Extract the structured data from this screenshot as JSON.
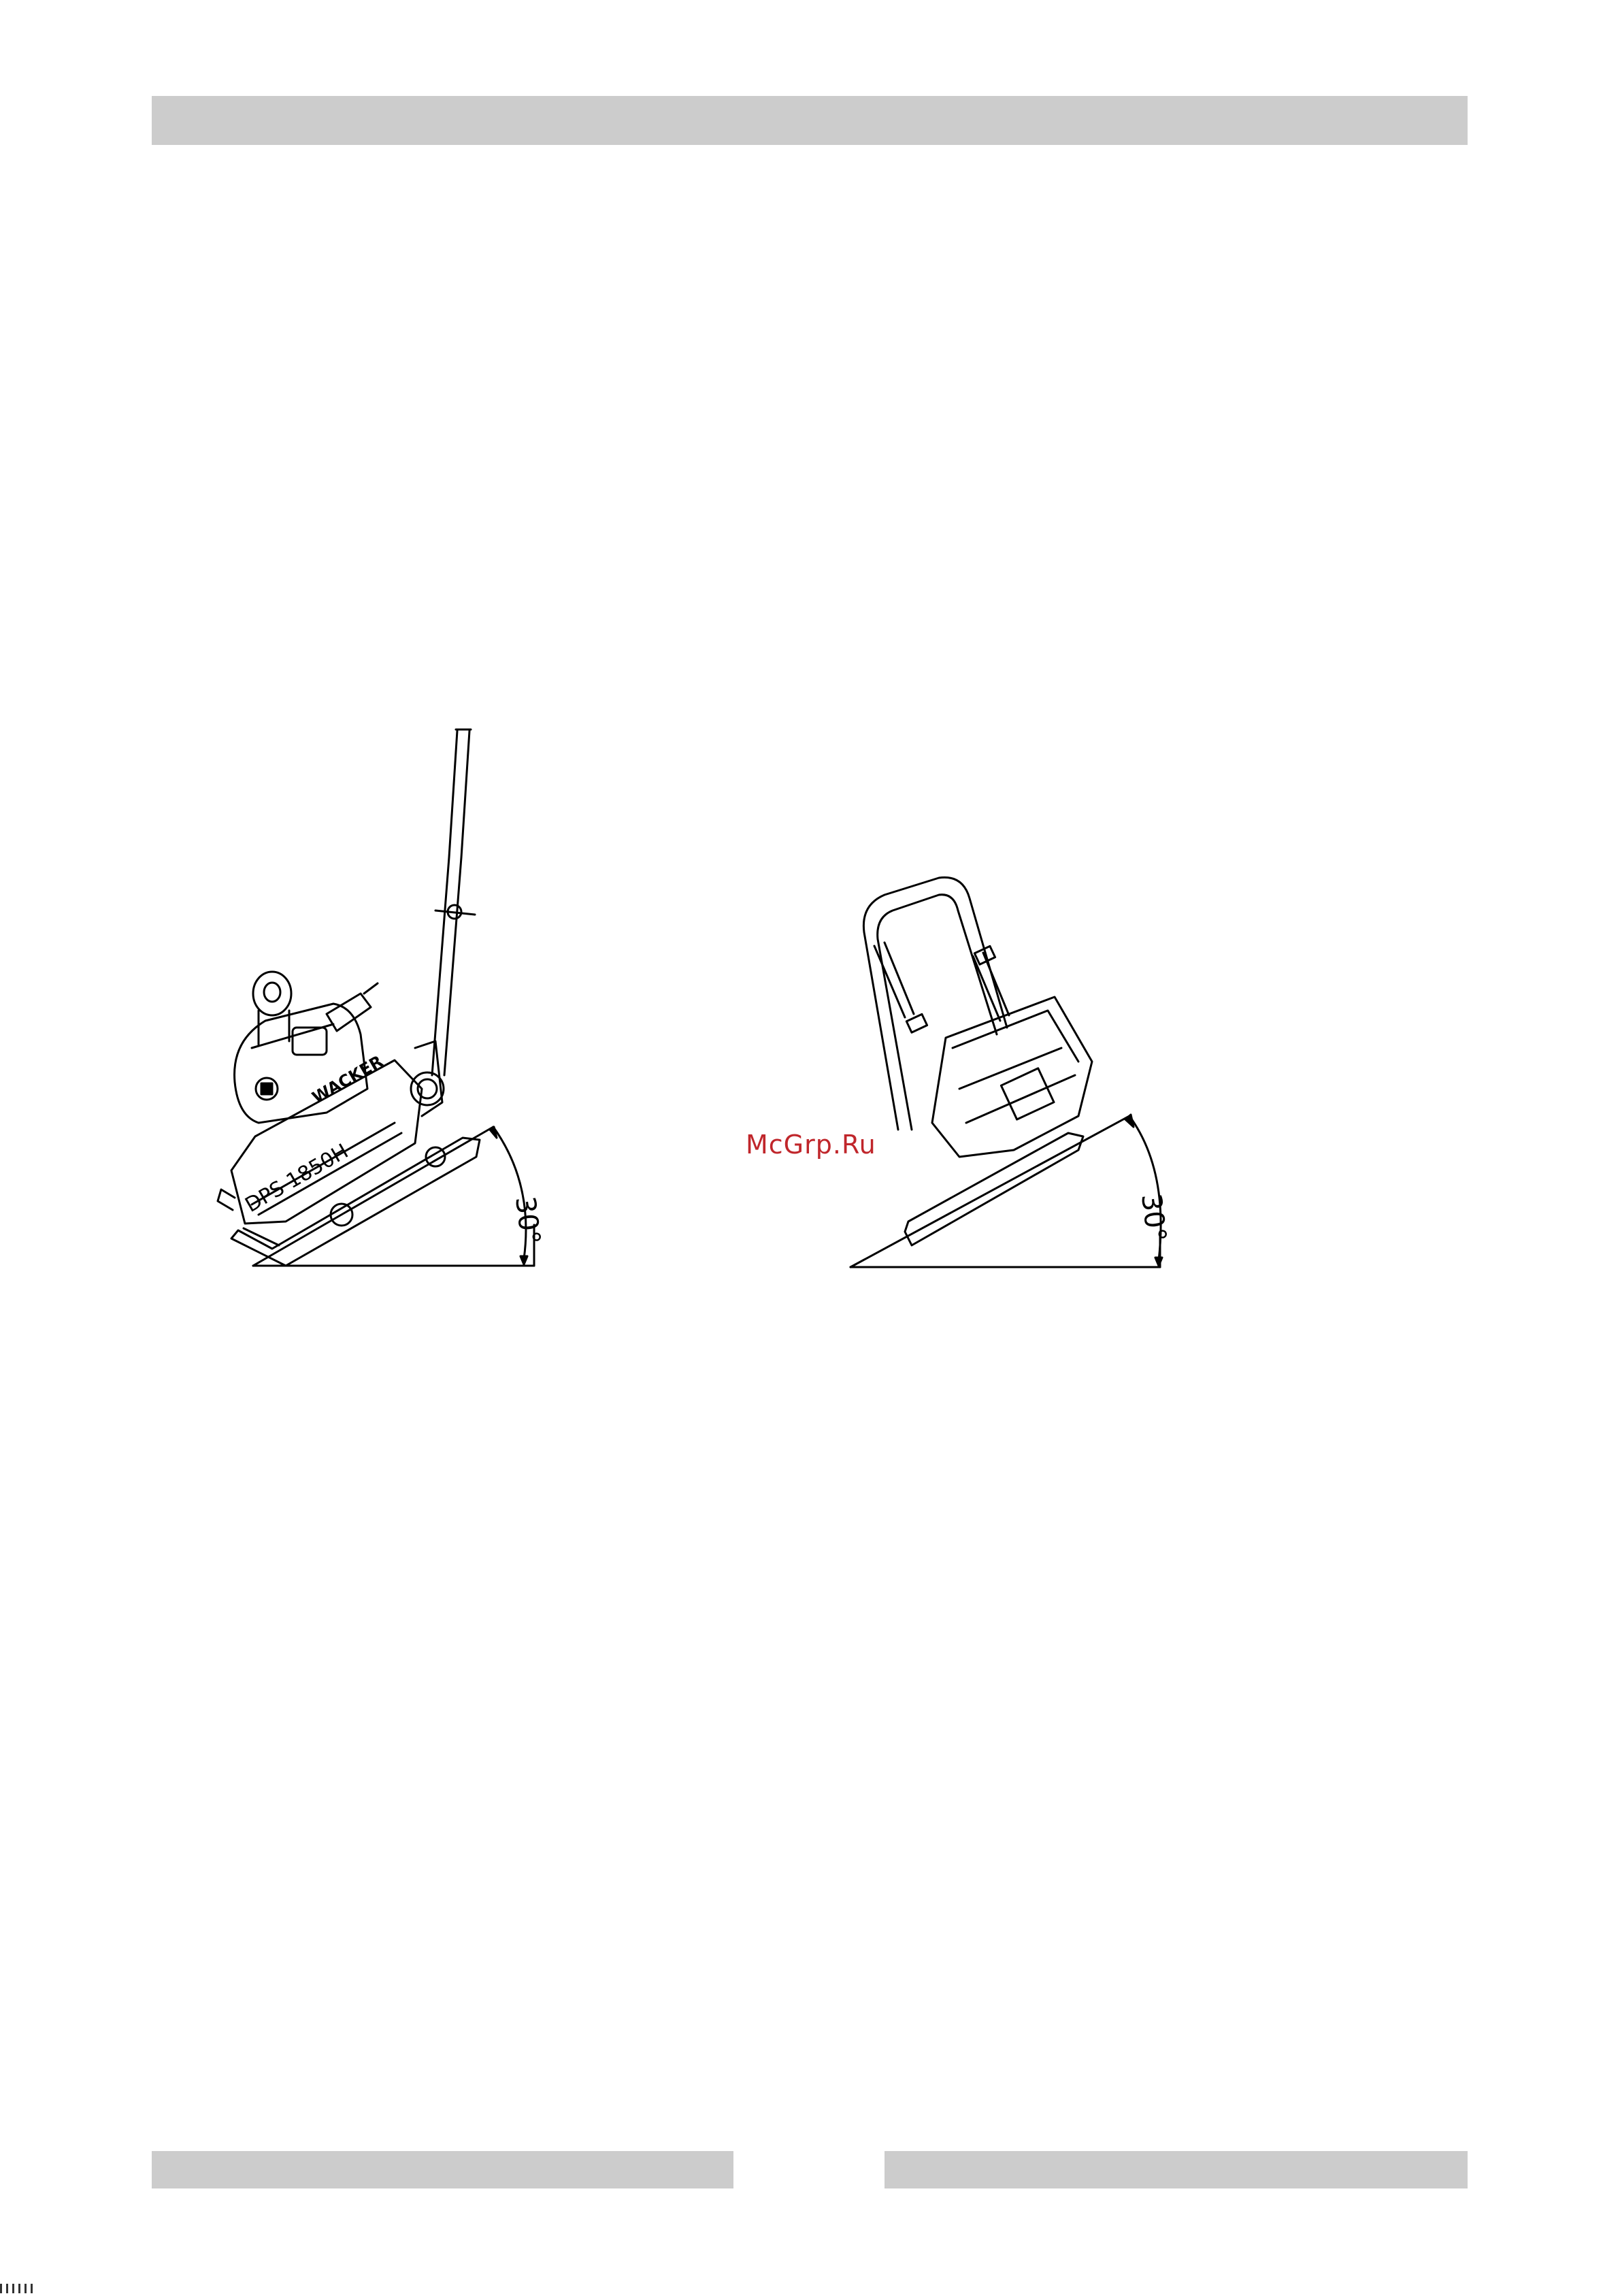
{
  "figures": {
    "side_view": {
      "brand_label": "WACKER",
      "model_label": "DPS 1850H",
      "angle_label": "30°"
    },
    "front_view": {
      "angle_label": "30°"
    }
  },
  "watermark": "McGrp.Ru",
  "colors": {
    "header_bar": "#cccccc",
    "footer_bar": "#cccccc",
    "watermark": "#c0262b",
    "line_art": "#000000"
  }
}
